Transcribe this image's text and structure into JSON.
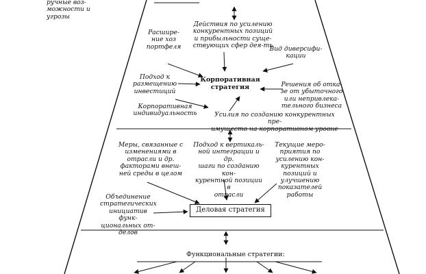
{
  "top_left_fragment": "ручные воз-\nможности и\nугрозы",
  "corporate": {
    "center_label": "Корпоративная\nстратегия",
    "actions_text": "Действия по усилению\nконкурентных позиций\nи прибыльности суще-\nствующих сфер дея-ть",
    "expansion_text": "Расшире-\nние хоз\nпортфеля",
    "diversification_text": "Вид диверсифи-\nкации",
    "investment_text": "Подход к\nразмещению\nинвестиций",
    "divestment_text": "Решения об отка-\nзе от убыточного\nили непривлека-\nтельного бизнеса",
    "individuality_text": "Корпоративная\nиндивидуальность",
    "advantage_text": "Усилия по созданию конкурентных пре-\nимуществ на корпоративном уровне"
  },
  "business": {
    "box_label": "Деловая стратегия",
    "measures_text": "Меры, связанные с\nизменениями в\nотрасли и др.\nфакторами внеш-\nней среды в целом",
    "vertical_text": "Подход к вертикаль-\nной интеграции и др.\nшаги по созданию кон-\nкурентной позиции в\nотрасли",
    "current_text": "Текущие меро-\nприятия по\nусилению кон-\nкурентных\nпозиций и\nулучшению\nпоказателей\nработы",
    "union_text": "Объединение\nстратегических\nинициатив функ-\nциональных от-\nделов"
  },
  "functional": {
    "label": "Функциональные стратегии:"
  }
}
